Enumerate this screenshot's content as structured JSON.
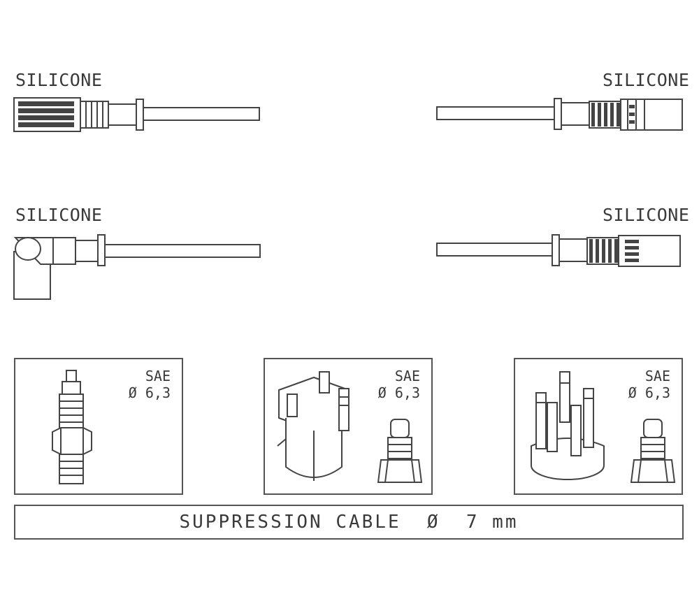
{
  "labels": {
    "top_left": "SILICONE",
    "top_right": "SILICONE",
    "mid_left": "SILICONE",
    "mid_right": "SILICONE"
  },
  "panels": [
    {
      "name": "spark-plug",
      "line1": "SAE",
      "line2": "Ø 6,3"
    },
    {
      "name": "ignition-coil",
      "line1": "SAE",
      "line2": "Ø 6,3"
    },
    {
      "name": "distributor-cap",
      "line1": "SAE",
      "line2": "Ø 6,3"
    }
  ],
  "cable_spec": "SUPPRESSION CABLE  Ø  7 mm"
}
